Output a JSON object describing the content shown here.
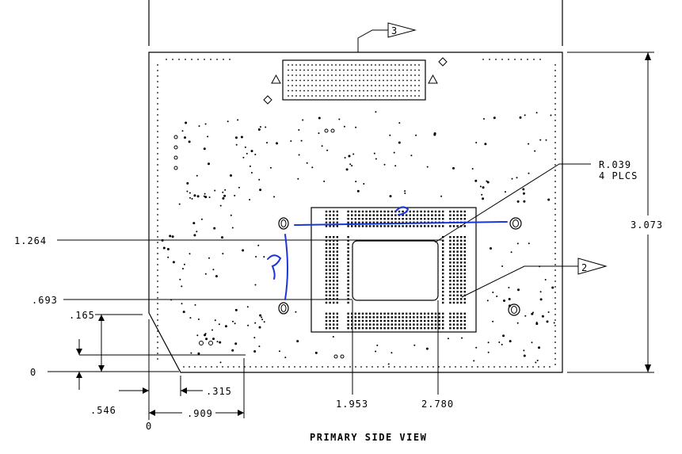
{
  "drawing": {
    "title": "PRIMARY SIDE VIEW",
    "dimensions": {
      "y_1264": "1.264",
      "y_0693": ".693",
      "y_0165": ".165",
      "y_zero": "0",
      "y_0546": ".546",
      "x_0315": ".315",
      "x_0909": ".909",
      "x_zero": "0",
      "x_1953": "1.953",
      "x_2780": "2.780",
      "height_3073": "3.073"
    },
    "radius_note": {
      "line1": "R.039",
      "line2": "4 PLCS"
    },
    "callouts": {
      "flag_3": "3",
      "flag_2": "2"
    }
  }
}
